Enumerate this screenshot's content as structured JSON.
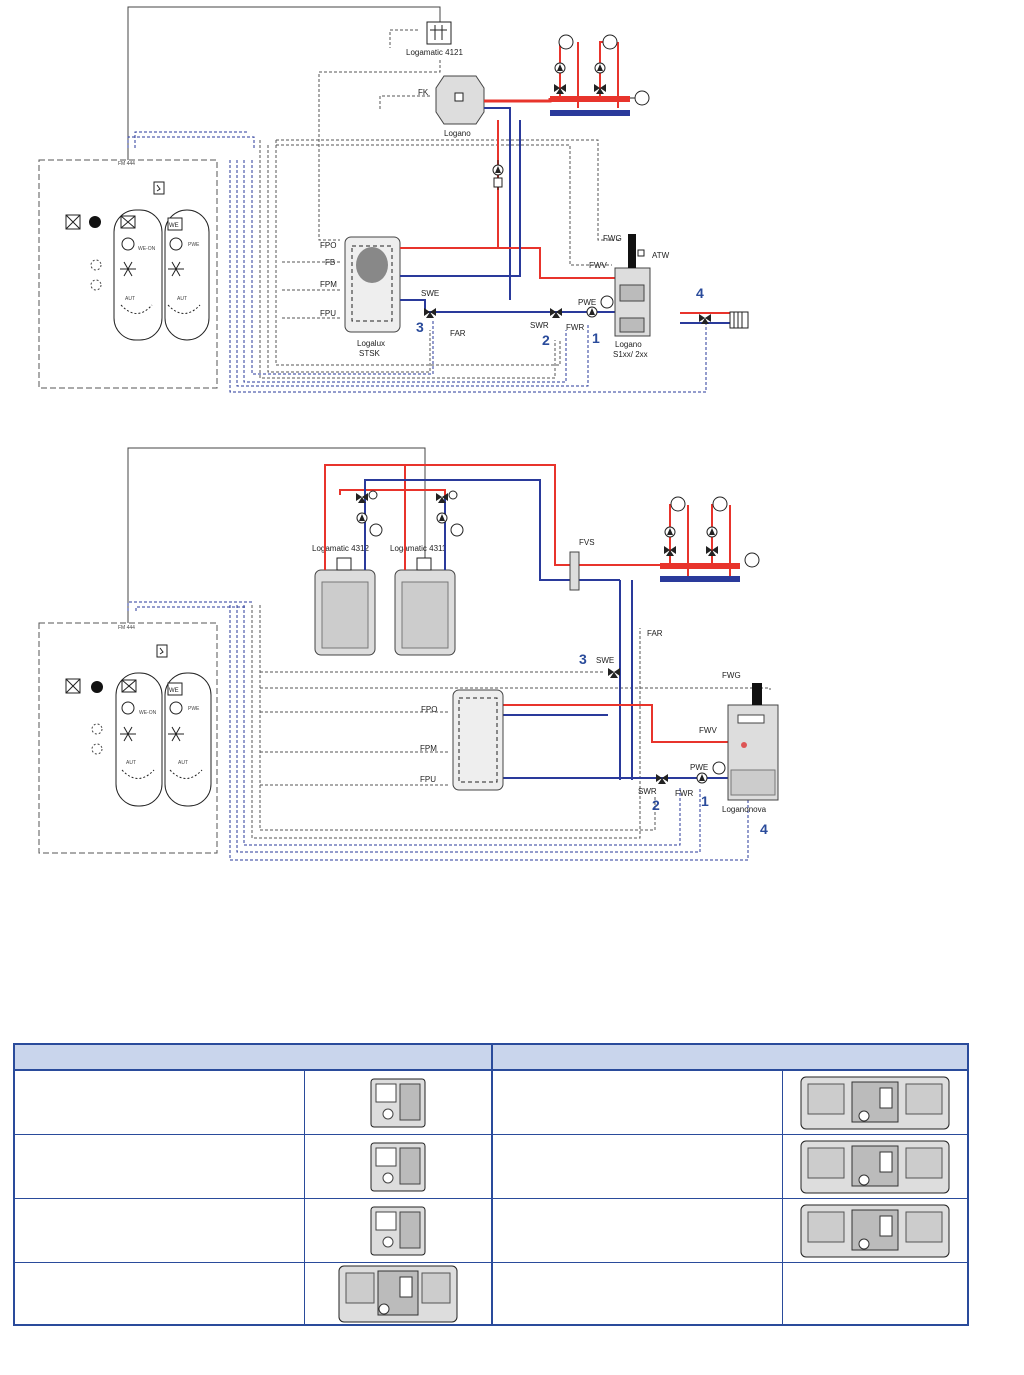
{
  "labels": {
    "logamatic_4121": "Logamatic 4121",
    "logano": "Logano",
    "logano_s": "Logano",
    "logano_s_model": "S1xx/ 2xx",
    "logalux": "Logalux",
    "stsk": "STSK",
    "logamatic_4312": "Logamatic 4312",
    "logamatic_4311": "Logamatic 4311",
    "loganonova": "Loganonova",
    "atw": "ATW",
    "fk": "FK",
    "fpo": "FPO",
    "fb": "FB",
    "fpm": "FPM",
    "fpu": "FPU",
    "swe": "SWE",
    "far": "FAR",
    "swr": "SWR",
    "fwr": "FWR",
    "pwe": "PWE",
    "fwg": "FWG",
    "fwv": "FWV",
    "fvs": "FVS",
    "we": "WE",
    "we_on": "WE-ON",
    "pwe_sym": "PWE",
    "aut": "AUT",
    "fm": "FM 444"
  },
  "numbers": {
    "n1": "1",
    "n2": "2",
    "n3": "3",
    "n4": "4"
  },
  "table": {
    "header_left": "",
    "header_right": "",
    "rows": [
      {
        "left_text": "",
        "right_text": ""
      },
      {
        "left_text": "",
        "right_text": ""
      },
      {
        "left_text": "",
        "right_text": ""
      },
      {
        "left_text": "",
        "right_text": ""
      }
    ]
  },
  "colors": {
    "flow": "#e8342c",
    "return": "#2a3a9b",
    "signal": "#555555",
    "accent": "#2a4b9b"
  }
}
